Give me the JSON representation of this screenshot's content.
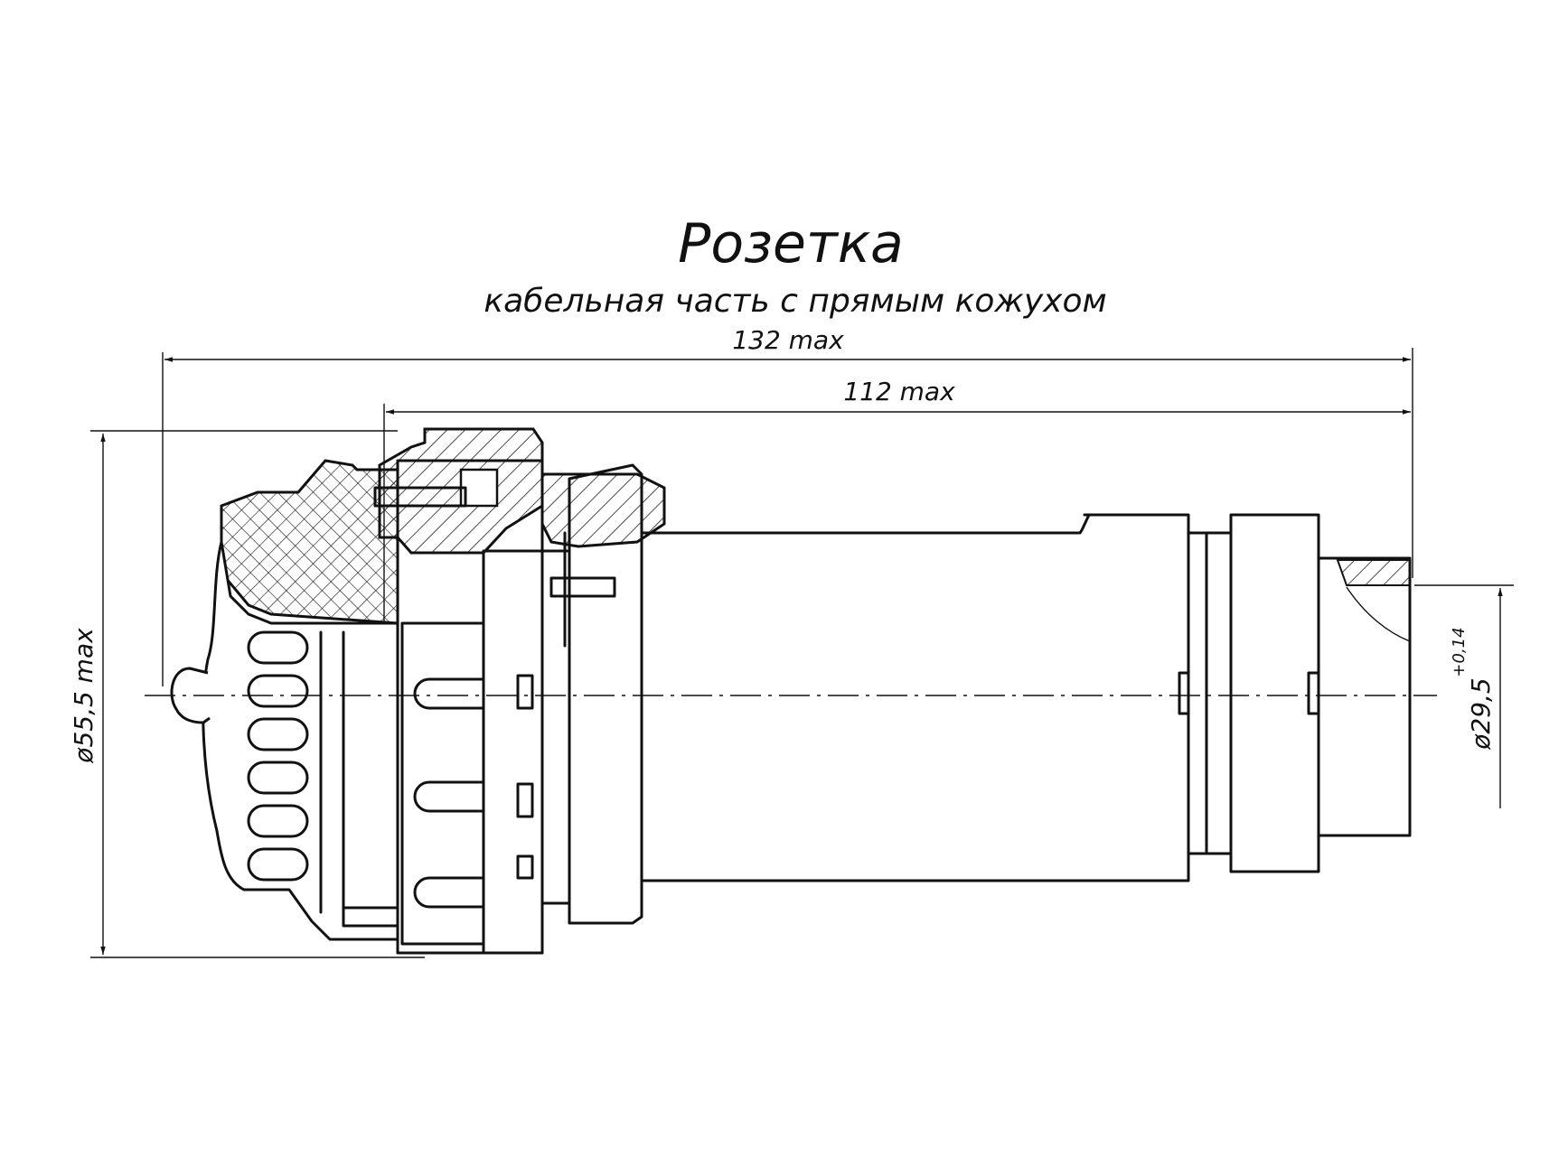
{
  "title": "Розетка",
  "subtitle": "кабельная часть с прямым кожухом",
  "dimensions": {
    "overall_length": "132 max",
    "length_112": "112 max",
    "diameter_left": "ø55,5 max",
    "diameter_right": "ø29,5",
    "diameter_right_tol": "+0,14"
  }
}
